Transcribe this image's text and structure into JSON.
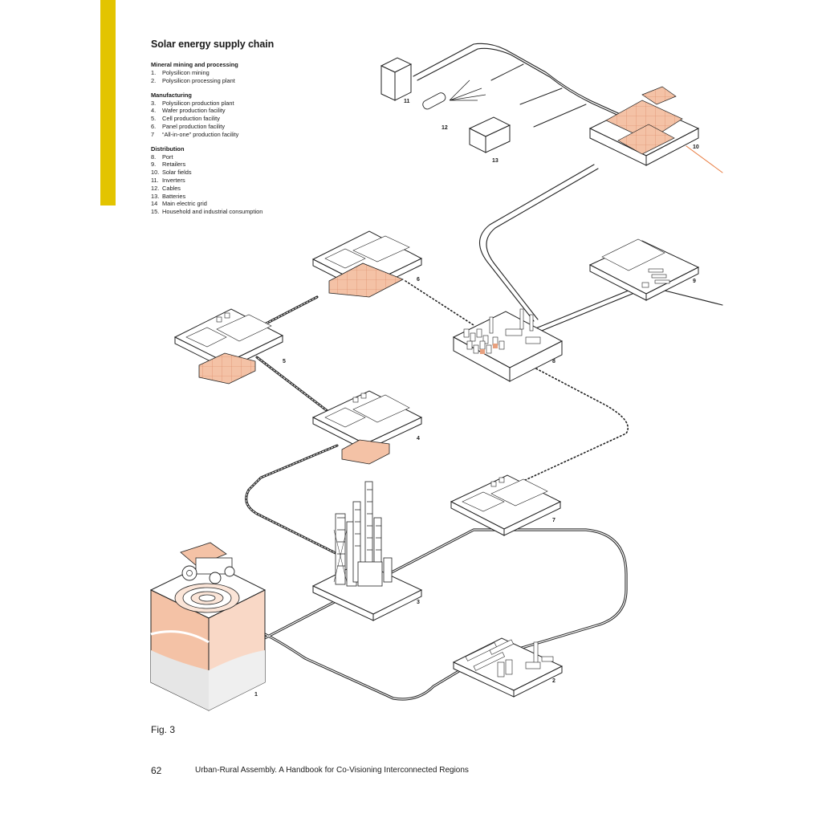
{
  "title": "Solar energy supply chain",
  "sections": [
    {
      "heading": "Mineral mining and processing",
      "items": [
        {
          "num": "1.",
          "label": "Polysilicon mining"
        },
        {
          "num": "2.",
          "label": "Polysilicon processing plant"
        }
      ]
    },
    {
      "heading": "Manufacturing",
      "items": [
        {
          "num": "3.",
          "label": "Polysilicon production plant"
        },
        {
          "num": "4.",
          "label": "Wafer production facility"
        },
        {
          "num": "5.",
          "label": "Cell production facility"
        },
        {
          "num": "6.",
          "label": "Panel production facility"
        },
        {
          "num": "7",
          "label": "“All-in-one” production facility"
        }
      ]
    },
    {
      "heading": "Distribution",
      "items": [
        {
          "num": "8.",
          "label": "Port"
        },
        {
          "num": "9.",
          "label": "Retailers"
        },
        {
          "num": "10.",
          "label": "Solar fields"
        },
        {
          "num": "11.",
          "label": "Inverters"
        },
        {
          "num": "12.",
          "label": "Cables"
        },
        {
          "num": "13.",
          "label": "Batteries"
        },
        {
          "num": "14",
          "label": "Main electric grid"
        },
        {
          "num": "15.",
          "label": "Household and industrial consumption"
        }
      ]
    }
  ],
  "diagram_labels": {
    "n1": "1",
    "n2": "2",
    "n3": "3",
    "n4": "4",
    "n5": "5",
    "n6": "6",
    "n7": "7",
    "n8": "8",
    "n9": "9",
    "n10": "10",
    "n11": "11",
    "n12": "12",
    "n13": "13"
  },
  "figure_caption": "Fig. 3",
  "page_number": "62",
  "book_title": "Urban-Rural Assembly. A Handbook for Co-Visioning Interconnected Regions",
  "colors": {
    "accent_yellow": "#e3c400",
    "salmon": "#f4c2a6",
    "salmon_dark": "#e8a07e",
    "line": "#222222",
    "orange_line": "#e8793c"
  }
}
